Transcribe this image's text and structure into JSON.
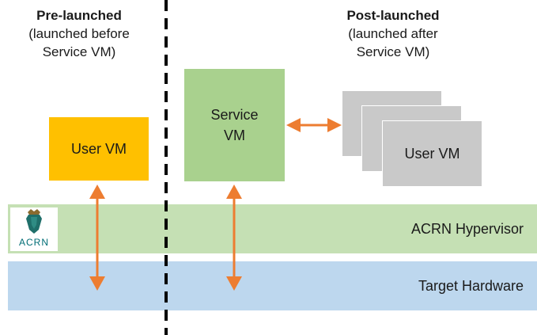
{
  "left_heading": {
    "title": "Pre-launched",
    "line1": "(launched before",
    "line2": "Service VM)"
  },
  "right_heading": {
    "title": "Post-launched",
    "line1": "(launched after",
    "line2": "Service VM)"
  },
  "pre_launched_vm": {
    "label": "User VM"
  },
  "service_vm": {
    "line1": "Service",
    "line2": "VM"
  },
  "post_launched_vm": {
    "label": "User VM"
  },
  "hypervisor": {
    "label": "ACRN Hypervisor"
  },
  "hardware": {
    "label": "Target Hardware"
  },
  "logo": {
    "text": "ACRN"
  },
  "colors": {
    "pre_vm": "#ffc000",
    "service_vm": "#a9d18e",
    "post_vm": "#c9c9c9",
    "hypervisor_band": "#c5e0b4",
    "hardware_band": "#bdd7ee",
    "arrow": "#ed7d31"
  }
}
